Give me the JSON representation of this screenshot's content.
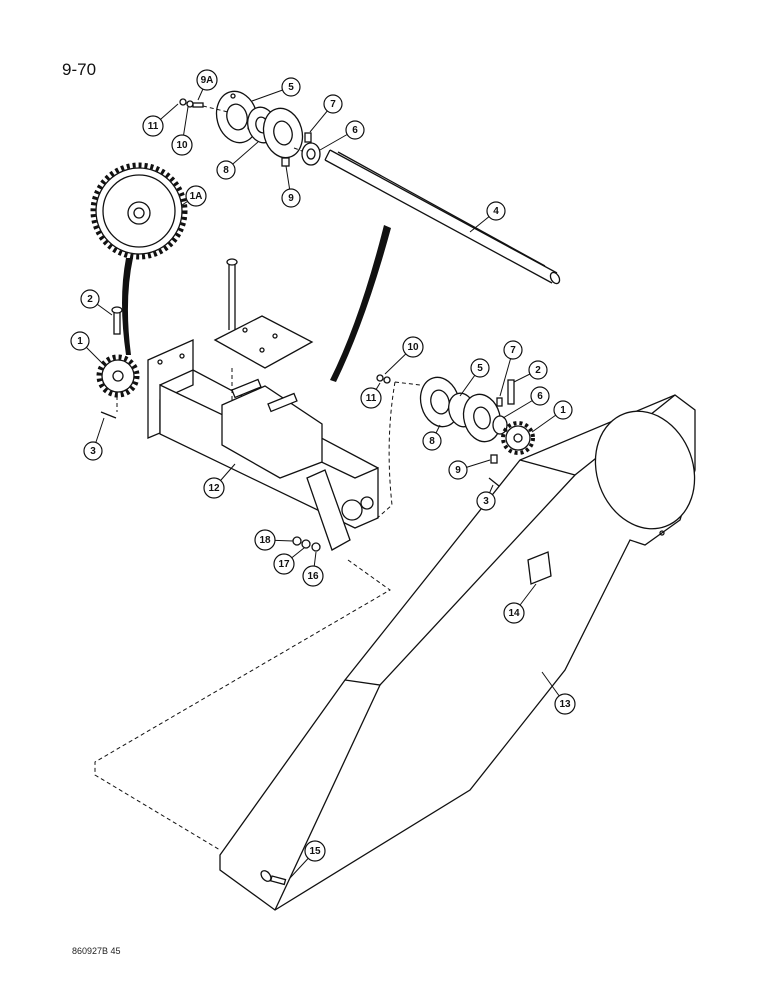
{
  "page_number": "9-70",
  "drawing_number": "860927B 45",
  "callouts": [
    {
      "id": "c11a",
      "label": "11"
    },
    {
      "id": "c10a",
      "label": "10"
    },
    {
      "id": "c9Aa",
      "label": "9A"
    },
    {
      "id": "c5a",
      "label": "5"
    },
    {
      "id": "c8a",
      "label": "8"
    },
    {
      "id": "c9a",
      "label": "9"
    },
    {
      "id": "c7a",
      "label": "7"
    },
    {
      "id": "c6a",
      "label": "6"
    },
    {
      "id": "c4",
      "label": "4"
    },
    {
      "id": "c1A",
      "label": "1A"
    },
    {
      "id": "c2a",
      "label": "2"
    },
    {
      "id": "c1a",
      "label": "1"
    },
    {
      "id": "c3a",
      "label": "3"
    },
    {
      "id": "c12",
      "label": "12"
    },
    {
      "id": "c10b",
      "label": "10"
    },
    {
      "id": "c11b",
      "label": "11"
    },
    {
      "id": "c5b",
      "label": "5"
    },
    {
      "id": "c7b",
      "label": "7"
    },
    {
      "id": "c2b",
      "label": "2"
    },
    {
      "id": "c6b",
      "label": "6"
    },
    {
      "id": "c1b",
      "label": "1"
    },
    {
      "id": "c8b",
      "label": "8"
    },
    {
      "id": "c9b",
      "label": "9"
    },
    {
      "id": "c3b",
      "label": "3"
    },
    {
      "id": "c18",
      "label": "18"
    },
    {
      "id": "c17",
      "label": "17"
    },
    {
      "id": "c16",
      "label": "16"
    },
    {
      "id": "c14",
      "label": "14"
    },
    {
      "id": "c13",
      "label": "13"
    },
    {
      "id": "c15",
      "label": "15"
    }
  ]
}
